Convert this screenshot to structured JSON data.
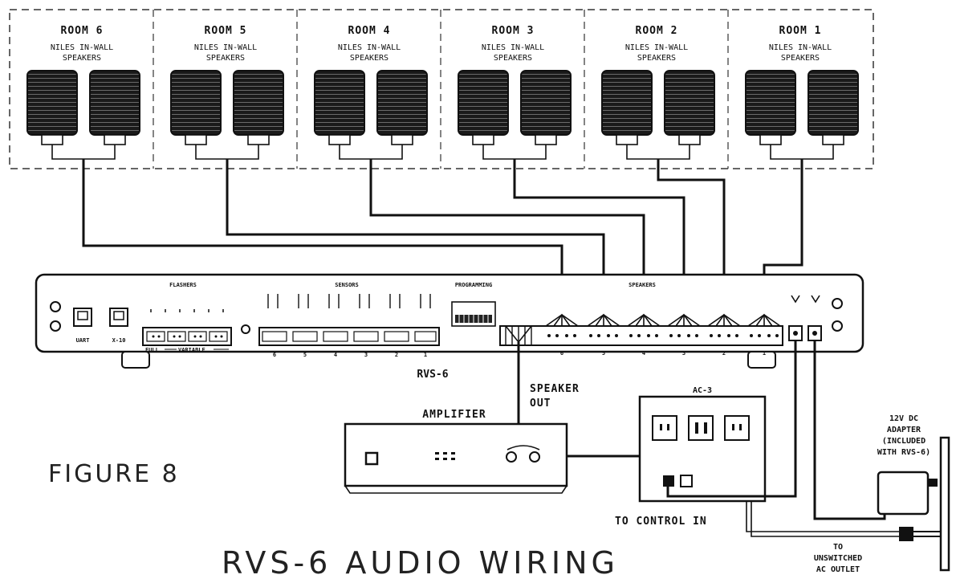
{
  "rooms": [
    {
      "name": "ROOM 6",
      "line1": "NILES IN-WALL",
      "line2": "SPEAKERS"
    },
    {
      "name": "ROOM 5",
      "line1": "NILES IN-WALL",
      "line2": "SPEAKERS"
    },
    {
      "name": "ROOM 4",
      "line1": "NILES IN-WALL",
      "line2": "SPEAKERS"
    },
    {
      "name": "ROOM 3",
      "line1": "NILES IN-WALL",
      "line2": "SPEAKERS"
    },
    {
      "name": "ROOM 2",
      "line1": "NILES IN-WALL",
      "line2": "SPEAKERS"
    },
    {
      "name": "ROOM 1",
      "line1": "NILES IN-WALL",
      "line2": "SPEAKERS"
    }
  ],
  "device": {
    "model": "RVS-6",
    "flashers_label": "FLASHERS",
    "sensors_label": "SENSORS",
    "programming_label": "PROGRAMMING",
    "speakers_label": "SPEAKERS",
    "uart_label": "UART",
    "x10_label": "X-10",
    "full_label": "FULL",
    "variable_label": "VARIABLE",
    "sensor_numbers": [
      "6",
      "5",
      "4",
      "3",
      "2",
      "1"
    ],
    "speaker_numbers": [
      "6",
      "5",
      "4",
      "3",
      "2",
      "1"
    ]
  },
  "amplifier": {
    "label": "AMPLIFIER"
  },
  "speaker_out": {
    "line1": "SPEAKER",
    "line2": "OUT"
  },
  "ac3": {
    "label": "AC-3"
  },
  "adapter": {
    "line1": "12V DC",
    "line2": "ADAPTER",
    "line3": "(INCLUDED",
    "line4": "WITH RVS-6)"
  },
  "control_in": "TO CONTROL IN",
  "outlet": {
    "line1": "TO",
    "line2": "UNSWITCHED",
    "line3": "AC OUTLET"
  },
  "figure_label": "FIGURE 8",
  "title": "RVS-6 AUDIO WIRING"
}
